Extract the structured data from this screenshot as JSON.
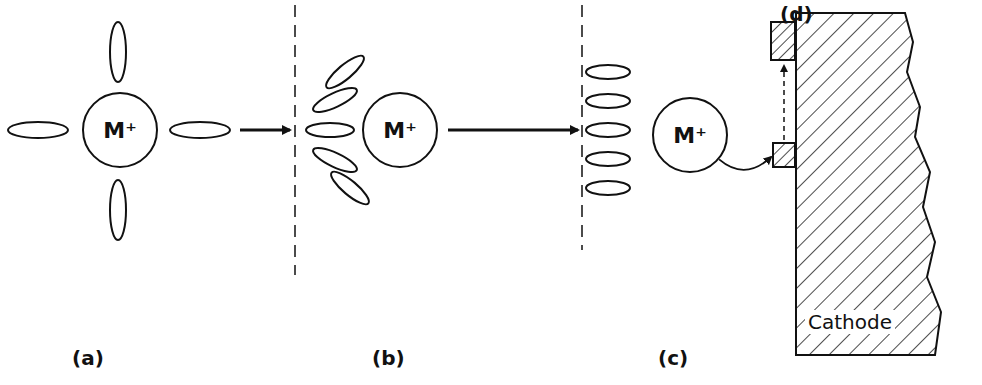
{
  "diagram": {
    "nodes": [
      {
        "text": [
          "M⁺"
        ]
      },
      {
        "text": [
          "M⁺"
        ]
      },
      {
        "text": [
          "M⁺"
        ]
      },
      {
        "text": [
          "Cathode"
        ]
      }
    ],
    "edges": [
      {
        "from": 2,
        "to": 3,
        "arrow": "to"
      }
    ],
    "labels": [
      "(a)",
      "(b)",
      "(c)",
      "(d)"
    ]
  }
}
